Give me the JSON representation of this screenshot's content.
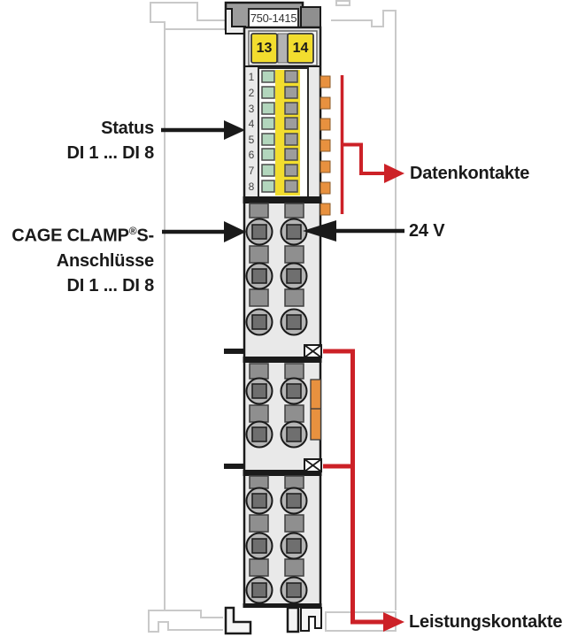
{
  "device": {
    "model": "750-1415",
    "power_terminal_13": "13",
    "power_terminal_14": "14",
    "led_channels": [
      "1",
      "2",
      "3",
      "4",
      "5",
      "6",
      "7",
      "8"
    ]
  },
  "labels": {
    "status_line1": "Status",
    "status_line2": "DI 1 ... DI 8",
    "cage_name": "CAGE CLAMP",
    "cage_reg": "®",
    "cage_suffix": "S-",
    "cage_line2": "Anschlüsse",
    "cage_line3": "DI 1 ... DI 8",
    "data_contacts": "Datenkontakte",
    "supply": "24 V",
    "power_contacts": "Leistungskontakte"
  },
  "colors": {
    "annotation_red": "#cc2127",
    "terminal_yellow": "#f2dd2e",
    "led_green": "#b2d6bd",
    "contact_orange": "#e8913f",
    "module_gray": "#e9e9e9",
    "neighbor_outline": "#c9c9c9",
    "text": "#1a1a1a"
  }
}
